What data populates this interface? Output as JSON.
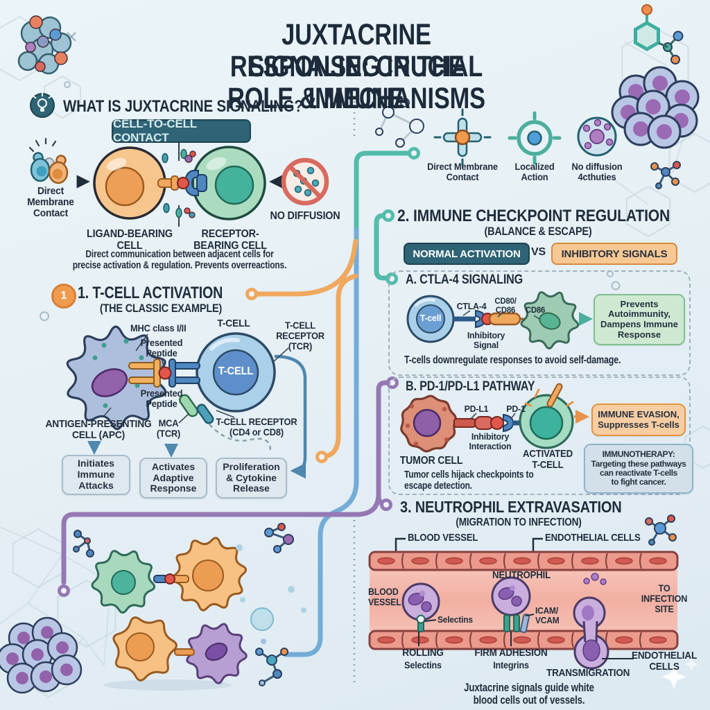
{
  "title": {
    "line1": "JUXTACRINE SIGNALING IN THE IMMUNE",
    "line2": "RESPONSE: CRUCIAL ROLE & MECHANISMS"
  },
  "intro": {
    "heading": "WHAT IS JUXTACRINE SIGNALING?",
    "heading_icon": "lightbulb-icon",
    "badge": "CELL-TO-CELL CONTACT",
    "left_icon": "touching-cells-icon",
    "left_icon_label": "Direct\nMembrane\nContact",
    "ligand_cell_label": "LIGAND-BEARING\nCELL",
    "receptor_cell_label": "RECEPTOR-\nBEARING CELL",
    "no_diffusion_icon": "no-diffusion-icon",
    "no_diffusion_label": "NO DIFFUSION",
    "caption": "Direct communication between adjacent cells for\nprecise activation & regulation. Prevents overreactions."
  },
  "tcell": {
    "number": "1",
    "heading": "1. T-CELL ACTIVATION",
    "subheading": "(THE CLASSIC EXAMPLE)",
    "mhc_label": "MHC class I/II",
    "presented_peptide_top": "Presented\nPeptide",
    "presented_peptide_bottom": "Presented\nPeptide",
    "tcell_top_label": "T-CELL",
    "tcr_right_label": "T-CELL\nRECEPTOR\n(TCR)",
    "tcell_inner_label": "T-CELL",
    "mca_label": "MCA\n(TCR)",
    "tcr2_label": "T-CELL RECEPTOR\n(CD4 or CD8)",
    "apc_label": "ANTIGEN-PRESENTING\nCELL (APC)",
    "outcome_boxes": [
      "Initiates\nImmune\nAttacks",
      "Activates\nAdaptive\nResponse",
      "Proliferation\n& Cytokine\nRelease"
    ]
  },
  "right_icons": [
    {
      "icon": "membrane-junction-icon",
      "label": "Direct Membrane\nContact"
    },
    {
      "icon": "target-icon",
      "label": "Localized\nAction"
    },
    {
      "icon": "dotted-cell-icon",
      "label": "No diffusion\n4cthuties"
    }
  ],
  "checkpoint": {
    "heading": "2. IMMUNE CHECKPOINT REGULATION",
    "subheading": "(BALANCE & ESCAPE)",
    "pill_left": "NORMAL ACTIVATION",
    "vs": "VS",
    "pill_right": "INHIBITORY SIGNALS",
    "a": {
      "heading": "A. CTLA-4 SIGNALING",
      "tcell_label": "T-cell",
      "ctla4_label": "CTLA-4",
      "cd80_label": "CD80/\nCD86",
      "cd86_label": "CD86",
      "inhibitory_label": "Inhibitory\nSignal",
      "result_box": "Prevents\nAutoimmunity,\nDampens Immune\nResponse",
      "caption": "T-cells downregulate responses to avoid self-damage."
    },
    "b": {
      "heading": "B. PD-1/PD-L1 PATHWAY",
      "pdl1_label": "PD-L1",
      "pd1_label": "PD-1",
      "inhibitory_label": "Inhibitory\nInteraction",
      "tumor_label": "TUMOR CELL",
      "activated_label": "ACTIVATED\nT-CELL",
      "evasion_box": "IMMUNE EVASION,\nSuppresses T-cells",
      "immunotherapy_box": "IMMUNOTHERAPY:\nTargeting these pathways\ncan reactivate T-cells\nto fight cancer.",
      "caption": "Tumor cells hijack checkpoints to\nescape detection."
    }
  },
  "neutrophil": {
    "heading": "3. NEUTROPHIL EXTRAVASATION",
    "subheading": "(MIGRATION TO INFECTION)",
    "blood_vessel_label": "BLOOD VESSEL",
    "endothelial_label": "ENDOTHELIAL CELLS",
    "neutrophil_label": "NEUTROPHIL",
    "blood_vessel_side_label": "BLOOD\nVESSEL",
    "selectins_pointer_label": "Selectins",
    "icam_label": "ICAM/\nVCAM",
    "to_infection_label": "TO\nINFECTION\nSITE",
    "stage1_label": "ROLLING",
    "stage1_sub": "Selectins",
    "stage2_label": "FIRM ADHESION",
    "stage2_sub": "Integrins",
    "stage3_label": "TRANSMIGRATION",
    "endothelial2_label": "ENDOTHELIAL\nCELLS",
    "caption": "Juxtacrine signals guide white blood cells out of vessels."
  },
  "colors": {
    "ink": "#1f2c3a",
    "accent_teal": "#53bcab",
    "accent_green": "#4cae9c",
    "accent_orange": "#f0a85f",
    "accent_purple": "#9678b5",
    "accent_steel": "#4f87ae",
    "accent_blue": "#74acd6",
    "badge_teal": "#2e6475",
    "pill_orange": "#f7c893",
    "vessel_wall": "#eb9a8c",
    "vessel_inner": "#f4bcb0",
    "neutrophil_body": "#c9aede"
  }
}
